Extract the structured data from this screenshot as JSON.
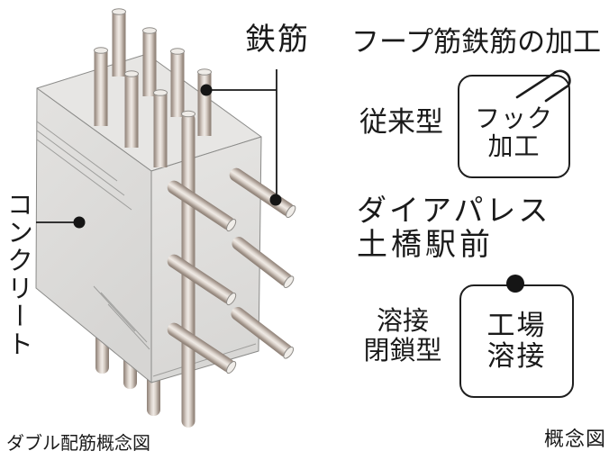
{
  "diagram": {
    "rebar_label": "鉄筋",
    "concrete_label": "コンクリート",
    "caption": "ダブル配筋概念図"
  },
  "panel": {
    "title": "フープ筋鉄筋の加工",
    "conventional_label": "従来型",
    "hook_box": {
      "line1": "フック",
      "line2": "加工"
    },
    "property_line1": "ダイアパレス",
    "property_line2": "土橋駅前",
    "welded_label_line1": "溶接",
    "welded_label_line2": "閉鎖型",
    "weld_box": {
      "line1": "工場",
      "line2": "溶接"
    },
    "caption": "概念図"
  },
  "colors": {
    "ink": "#1a1a1a",
    "concrete_top": "#e7e6e4",
    "concrete_side": "#dddcda",
    "rebar_highlight": "#f0ebe6",
    "rebar_shadow": "#8e8177",
    "dot": "#151515"
  }
}
